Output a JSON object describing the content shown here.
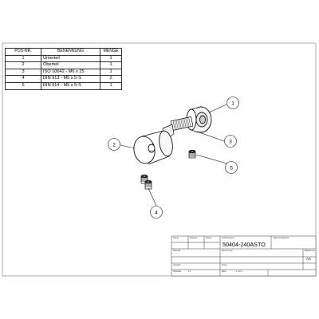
{
  "parts_table": {
    "headers": {
      "pos": "POS-NR.",
      "name": "BENENNUNG",
      "qty": "MENGE"
    },
    "rows": [
      {
        "pos": "1",
        "name": "Unterteil",
        "qty": "1"
      },
      {
        "pos": "2",
        "name": "Oberteil",
        "qty": "1"
      },
      {
        "pos": "3",
        "name": "ISO 10642 - M6 x 25",
        "qty": "1"
      },
      {
        "pos": "4",
        "name": "DIN 913 - M5 x 5-S",
        "qty": "2"
      },
      {
        "pos": "5",
        "name": "DIN 914 - M5 x 5-S",
        "qty": "1"
      }
    ]
  },
  "balloons": [
    "1",
    "2",
    "3",
    "4",
    "5"
  ],
  "title_block": {
    "part_number": "50404-240ASTO",
    "sheet_format": "A4",
    "label_name": "Name",
    "label_signature": "Signatur",
    "label_date": "Datum",
    "label_drawing_no": "Zeichnungsnr.",
    "label_material": "Material",
    "label_scale": "Maßstab",
    "label_sheet": "Blatt",
    "label_tolerance": "Allgemeintoleranz",
    "label_weight": "Gewicht",
    "label_format": "Blattformat",
    "label_title": "Benennung",
    "label_company": "Firma",
    "value_scale": "1:1",
    "value_sheet": "1 von 1"
  }
}
